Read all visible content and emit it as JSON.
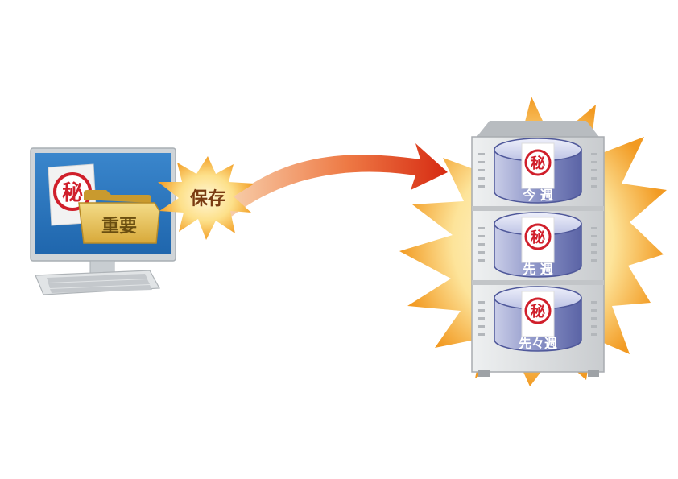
{
  "document": {
    "stamp": "秘",
    "folder_label": "重要"
  },
  "action_label": "保存",
  "server": {
    "disks": [
      {
        "stamp": "秘",
        "label": "今 週"
      },
      {
        "stamp": "秘",
        "label": "先 週"
      },
      {
        "stamp": "秘",
        "label": "先々週"
      }
    ]
  },
  "colors": {
    "screen": "#2d78c0",
    "monitor_frame": "#cdd2d6",
    "folder": "#e3c25a",
    "stamp": "#d01f2b",
    "arrow_start": "#f6c89e",
    "arrow_end": "#d9331a",
    "burst": "#f5a52a",
    "disk": "#6f79b4",
    "server_body": "#d7d9db"
  }
}
